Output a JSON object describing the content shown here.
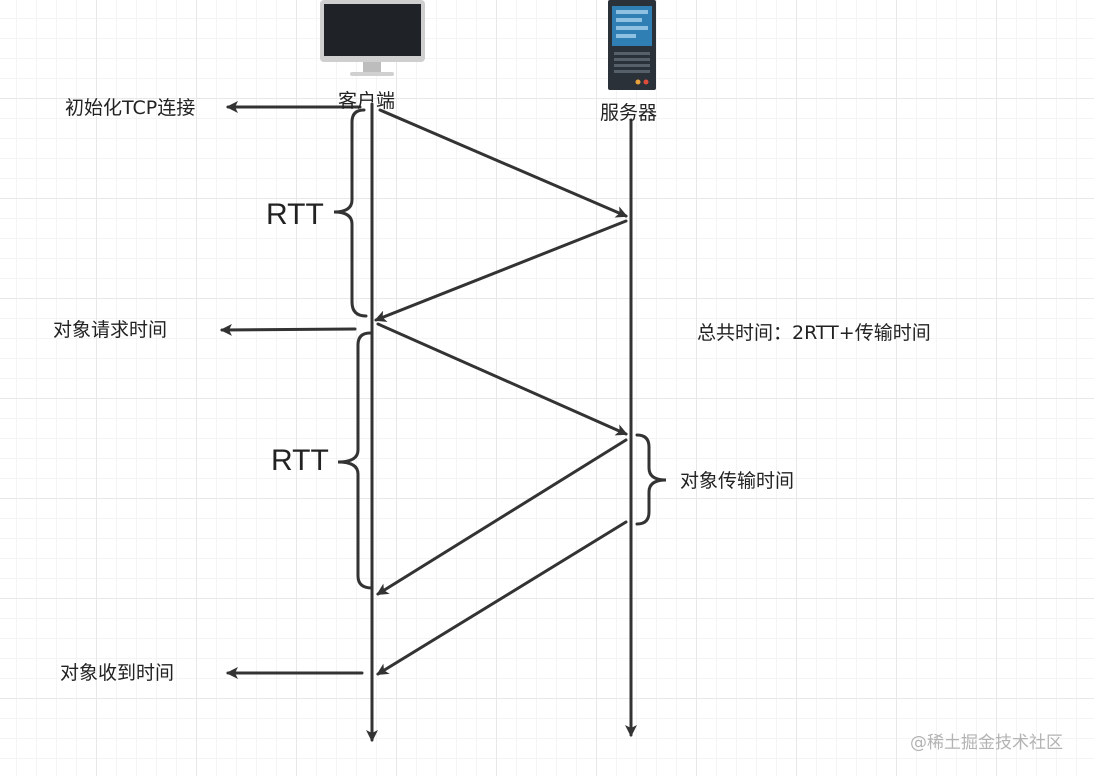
{
  "labels": {
    "client": "客户端",
    "server": "服务器",
    "init_tcp": "初始化TCP连接",
    "obj_request": "对象请求时间",
    "obj_received": "对象收到时间",
    "rtt_1": "RTT",
    "rtt_2": "RTT",
    "total_time": "总共时间：2RTT+传输时间",
    "obj_transfer": "对象传输时间"
  },
  "watermark": "@稀土掘金技术社区",
  "icons": {
    "client": "monitor-icon",
    "server": "server-rack-icon"
  },
  "colors": {
    "line": "#333333",
    "monitor_frame": "#c9c9c9",
    "monitor_screen": "#222428",
    "server_body": "#2b3138",
    "server_panel": "#2f7fb5"
  }
}
